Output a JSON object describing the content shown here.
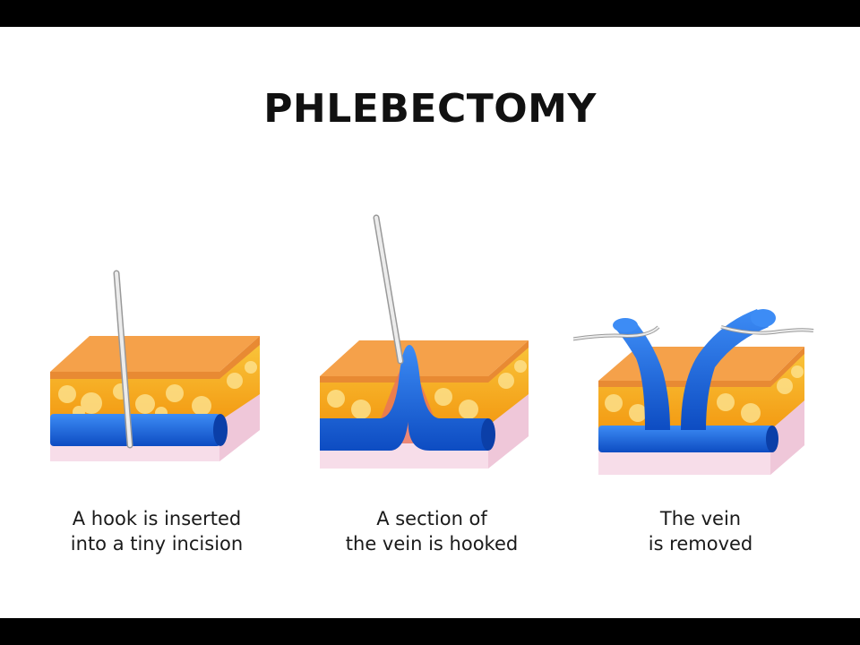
{
  "title": "PHLEBECTOMY",
  "steps": [
    {
      "line1": "A hook is inserted",
      "line2": "into a tiny incision"
    },
    {
      "line1": "A section of",
      "line2": "the vein is hooked"
    },
    {
      "line1": "The vein",
      "line2": "is removed"
    }
  ],
  "colors": {
    "skin_top": "#f5a14a",
    "fat": "#f7b21b",
    "fat_bubble": "#fde08a",
    "dermis": "#f7dde9",
    "vein": "#1f6fe0",
    "vein_dark": "#0b3fa8",
    "hook": "#e6e6e6"
  }
}
